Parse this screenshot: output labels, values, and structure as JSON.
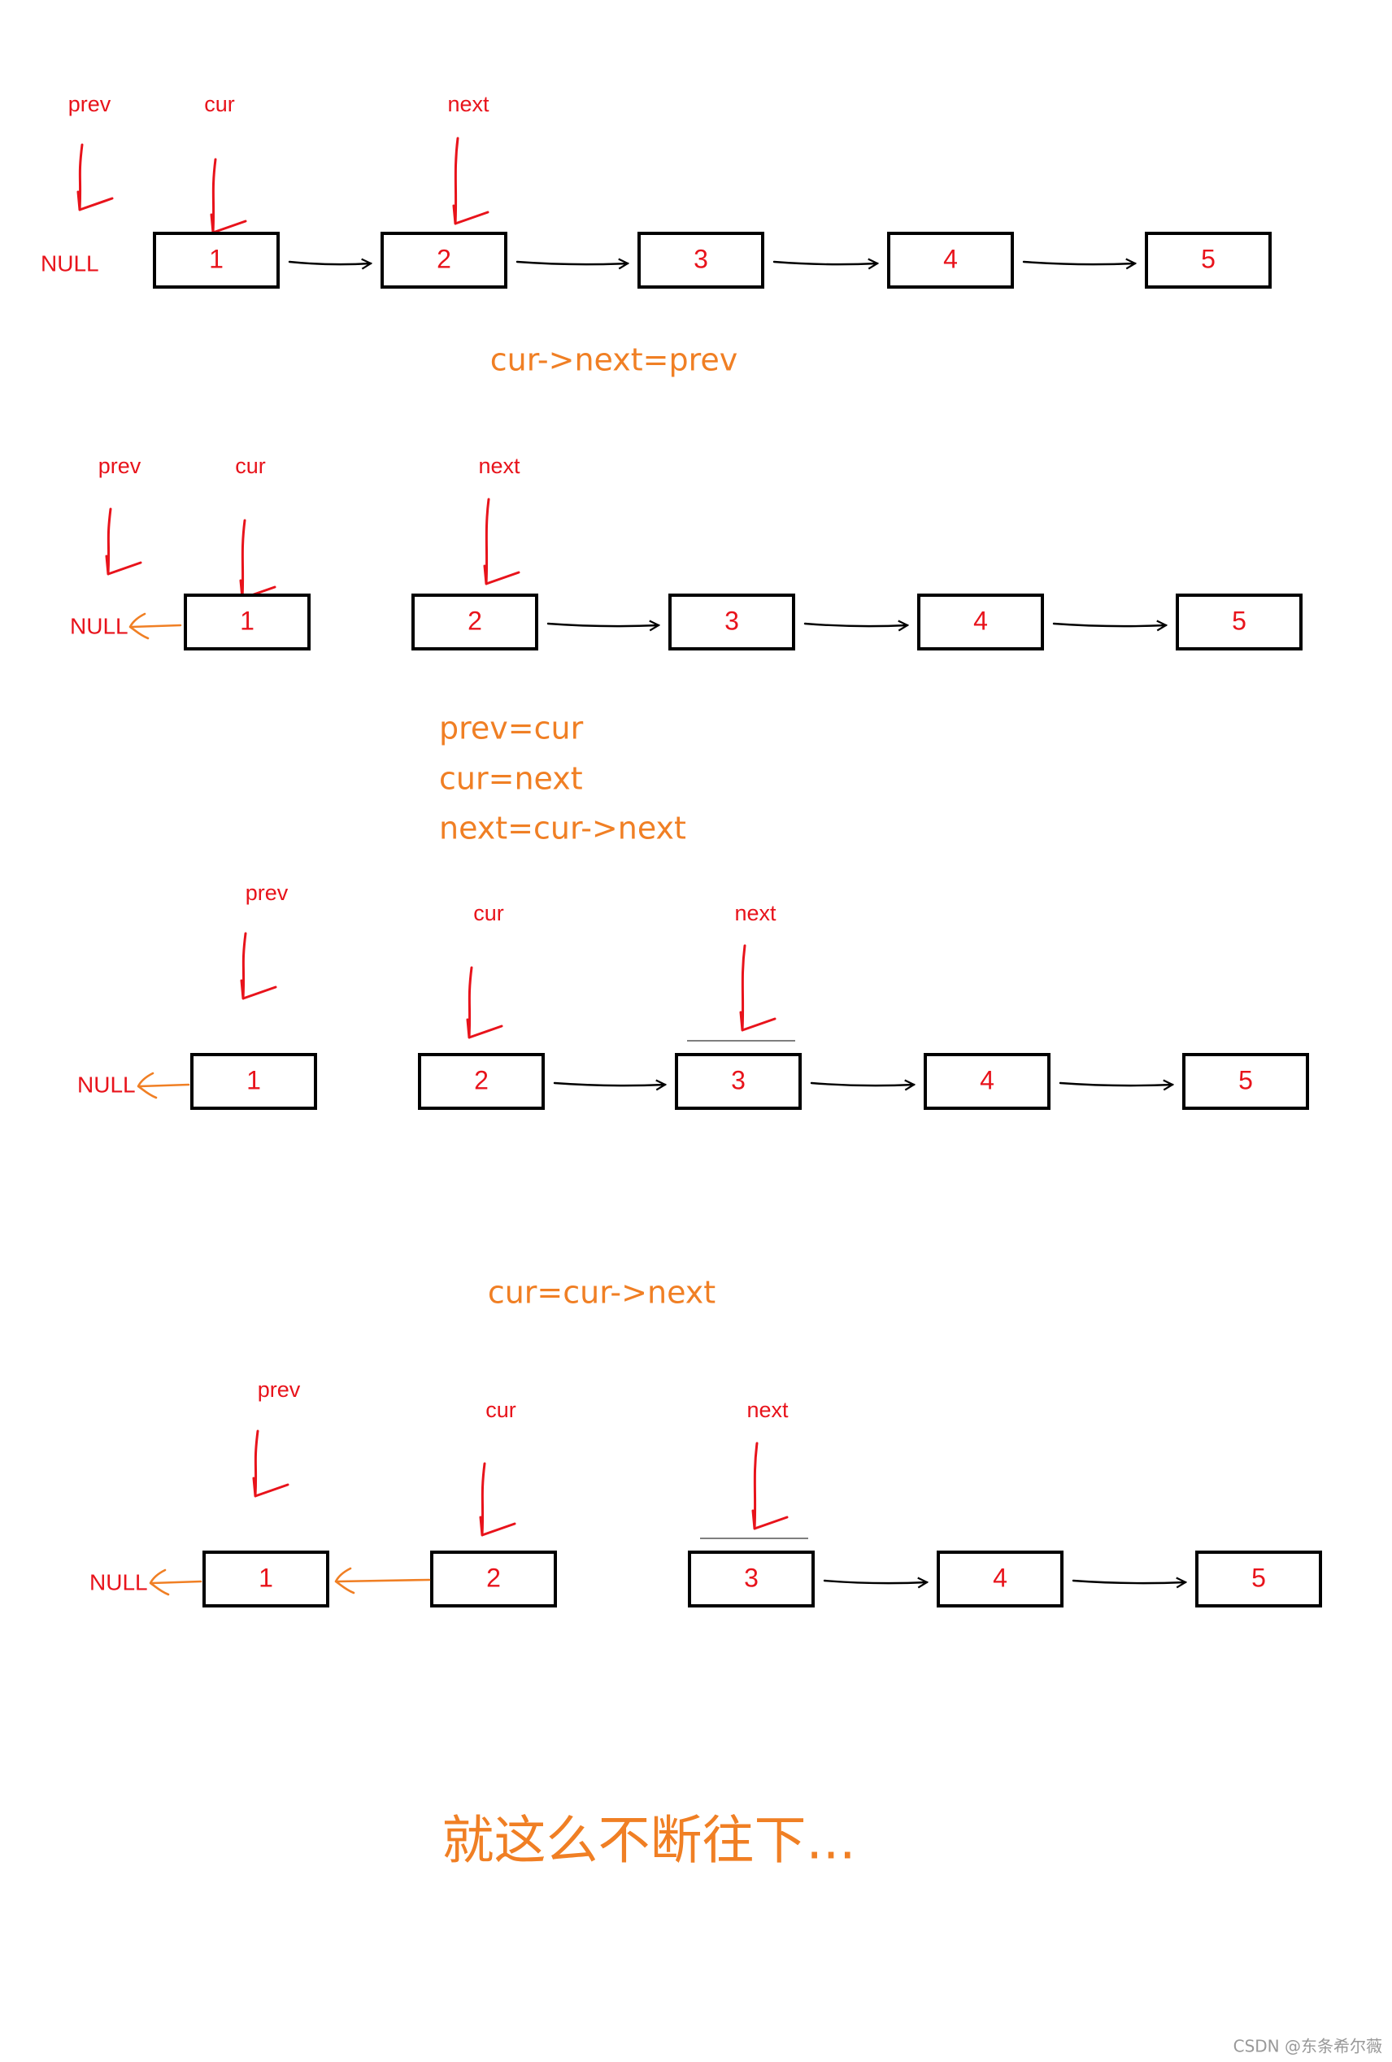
{
  "colors": {
    "pointer": "#e8131b",
    "node_text": "#e8131b",
    "caption": "#f07f24",
    "reversed_arrow": "#f07f24",
    "link": "#000000",
    "watermark": "#999999"
  },
  "rows": [
    {
      "labels": {
        "prev": "prev",
        "cur": "cur",
        "next": "next",
        "null": "NULL"
      },
      "nodes": [
        "1",
        "2",
        "3",
        "4",
        "5"
      ]
    },
    {
      "labels": {
        "prev": "prev",
        "cur": "cur",
        "next": "next",
        "null": "NULL"
      },
      "nodes": [
        "1",
        "2",
        "3",
        "4",
        "5"
      ]
    },
    {
      "labels": {
        "prev": "prev",
        "cur": "cur",
        "next": "next",
        "null": "NULL"
      },
      "nodes": [
        "1",
        "2",
        "3",
        "4",
        "5"
      ]
    },
    {
      "labels": {
        "prev": "prev",
        "cur": "cur",
        "next": "next",
        "null": "NULL"
      },
      "nodes": [
        "1",
        "2",
        "3",
        "4",
        "5"
      ]
    }
  ],
  "captions": {
    "step1": "cur->next=prev",
    "step2_a": "prev=cur",
    "step2_b": "cur=next",
    "step2_c": "next=cur->next",
    "step3": "cur=cur->next",
    "ending": "就这么不断往下..."
  },
  "watermark": "CSDN @东条希尔薇"
}
